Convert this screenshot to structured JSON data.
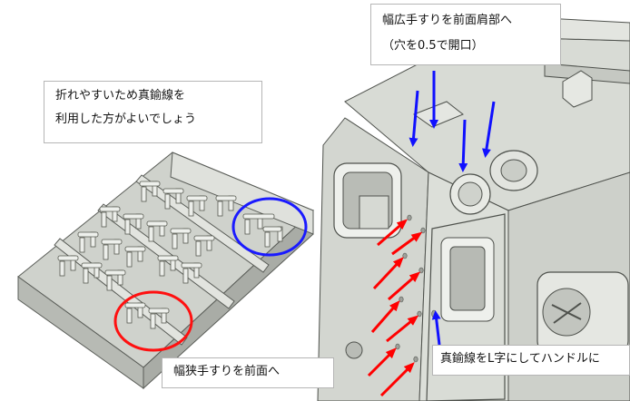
{
  "notes": {
    "brass_wire": {
      "line1": "折れやすいため真鍮線を",
      "line2": "利用した方がよいでしょう"
    },
    "wide_handrail": {
      "line1": "幅広手すりを前面肩部へ",
      "line2": "（穴を0.5で開口）"
    },
    "narrow_handrail": {
      "line1": "幅狭手すりを前面へ"
    },
    "brass_wire_handle": {
      "line1": "真鍮線をL字にしてハンドルに"
    }
  },
  "colors": {
    "highlight_circle_blue": "#1a1aff",
    "highlight_circle_red": "#ff1010",
    "arrow_blue": "#1010ff",
    "arrow_red": "#ff0000",
    "model_gray": "#d4d7d2"
  }
}
